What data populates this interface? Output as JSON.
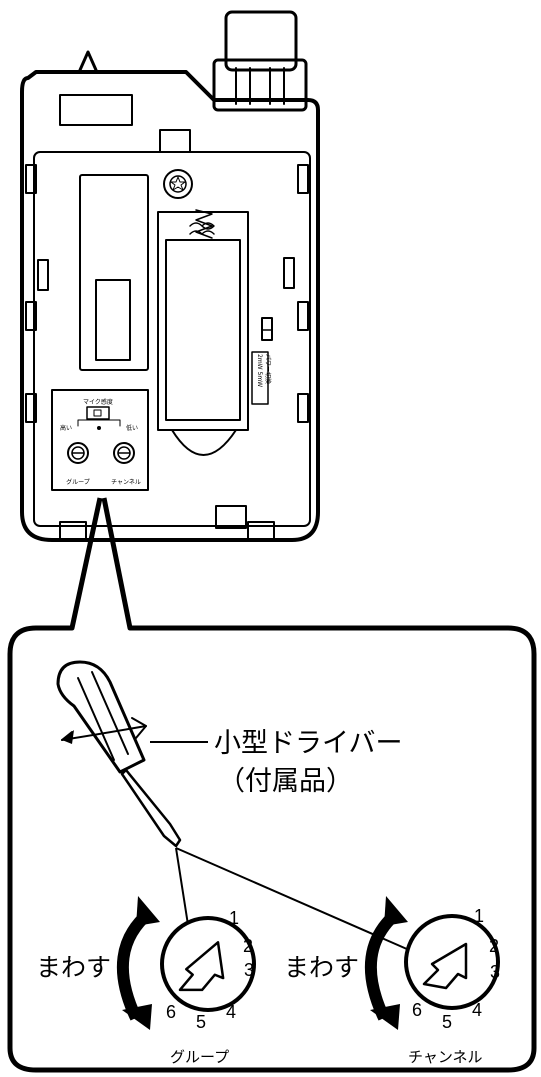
{
  "device": {
    "mic_sensitivity_label": "マイク感度",
    "high_label": "高い",
    "low_label": "低い",
    "group_label_small": "グループ",
    "channel_label_small": "チャンネル",
    "power_switch_values": "2mW 5mW",
    "power_switch_label": "パワー切換"
  },
  "callout": {
    "screwdriver_label": "小型ドライバー",
    "accessory_label": "（付属品）",
    "rotate_left": "まわす",
    "rotate_right": "まわす",
    "group_label": "グループ",
    "channel_label": "チャンネル",
    "group_dial_numbers": [
      "1",
      "2",
      "3",
      "4",
      "5",
      "6"
    ],
    "channel_dial_numbers": [
      "1",
      "2",
      "3",
      "4",
      "5",
      "6"
    ]
  }
}
